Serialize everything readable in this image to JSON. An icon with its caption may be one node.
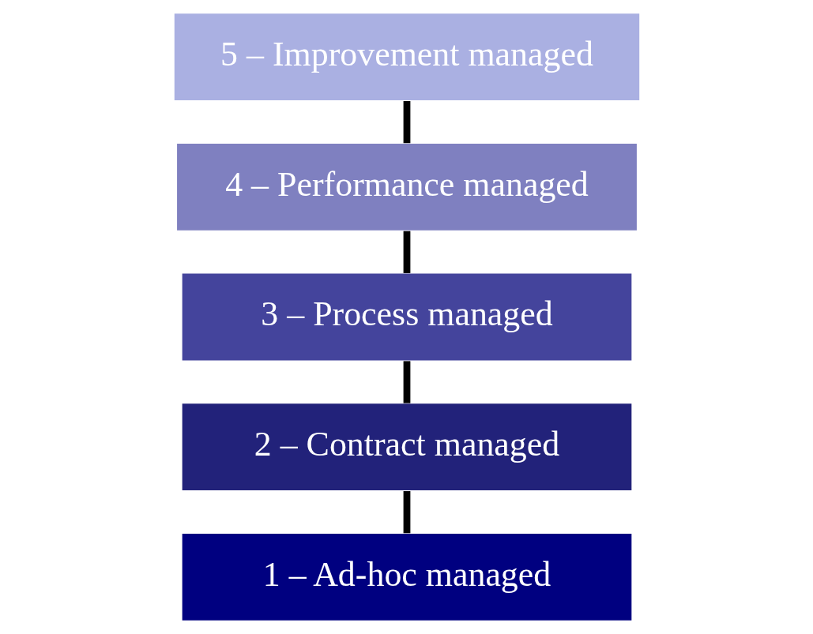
{
  "diagram": {
    "nodes": [
      {
        "text": [
          "5 – Improvement managed"
        ]
      },
      {
        "text": [
          "4 – Performance managed"
        ]
      },
      {
        "text": [
          "3 – Process managed"
        ]
      },
      {
        "text": [
          "2 – Contract managed"
        ]
      },
      {
        "text": [
          "1 – Ad-hoc managed"
        ]
      }
    ],
    "edges": [
      {
        "from": 4,
        "to": 3,
        "arrow": "none"
      },
      {
        "from": 3,
        "to": 2,
        "arrow": "none"
      },
      {
        "from": 2,
        "to": 1,
        "arrow": "none"
      },
      {
        "from": 1,
        "to": 0,
        "arrow": "none"
      }
    ]
  }
}
